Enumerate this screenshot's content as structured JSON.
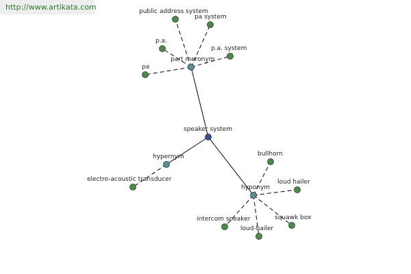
{
  "watermark": "http://www.artikata.com",
  "colors": {
    "edge": "#000000",
    "leaf_node": "#4a8a4a",
    "relation_node": "#5a8f95",
    "center_node": "#3a4f8f",
    "node_stroke": "#2a3a2a"
  },
  "graph": {
    "center": {
      "id": "center",
      "label": "speaker system",
      "kind": "center"
    },
    "relations": [
      {
        "id": "part_meronym",
        "label": "part meronym",
        "kind": "relation",
        "leaves": [
          {
            "id": "pas",
            "label": "public address system"
          },
          {
            "id": "pasys",
            "label": "pa system"
          },
          {
            "id": "pa_dot",
            "label": "p.a."
          },
          {
            "id": "pa_sys_dot",
            "label": "p.a. system"
          },
          {
            "id": "pa",
            "label": "pa"
          }
        ]
      },
      {
        "id": "hypernym",
        "label": "hypernym",
        "kind": "relation",
        "leaves": [
          {
            "id": "eat",
            "label": "electro-acoustic transducer"
          }
        ]
      },
      {
        "id": "hyponym",
        "label": "hyponym",
        "kind": "relation",
        "leaves": [
          {
            "id": "bullhorn",
            "label": "bullhorn"
          },
          {
            "id": "loudhailer1",
            "label": "loud hailer"
          },
          {
            "id": "squawk",
            "label": "squawk box"
          },
          {
            "id": "loudhailer2",
            "label": "loud-hailer"
          },
          {
            "id": "intercom",
            "label": "intercom speaker"
          }
        ]
      }
    ]
  }
}
